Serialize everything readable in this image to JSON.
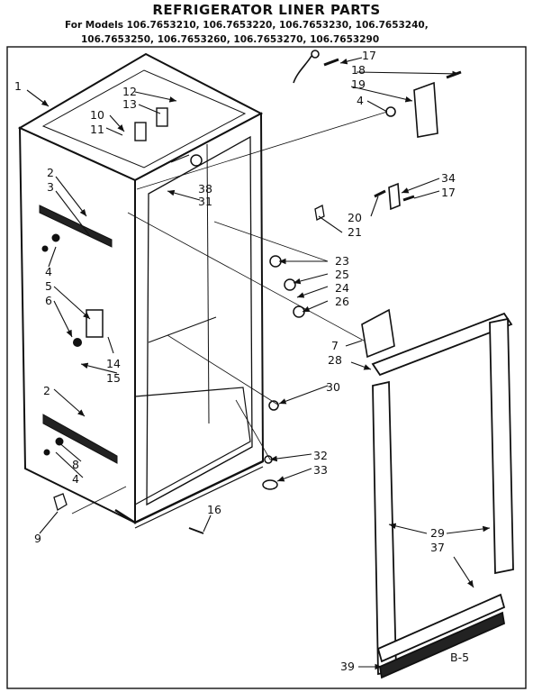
{
  "title": "REFRIGERATOR LINER PARTS",
  "models_line1": "For Models 106.7653210, 106.7653220, 106.7653230, 106.7653240,",
  "models_line2": "106.7653250, 106.7653260, 106.7653270, 106.7653290",
  "page_code": "B-5",
  "callouts": [
    "1",
    "2",
    "3",
    "4",
    "5",
    "6",
    "2",
    "8",
    "4",
    "9",
    "10",
    "11",
    "12",
    "13",
    "14",
    "15",
    "16",
    "17",
    "18",
    "19",
    "4",
    "34",
    "17",
    "20",
    "21",
    "38",
    "31",
    "23",
    "25",
    "24",
    "26",
    "7",
    "28",
    "30",
    "32",
    "33",
    "29",
    "37",
    "39"
  ]
}
